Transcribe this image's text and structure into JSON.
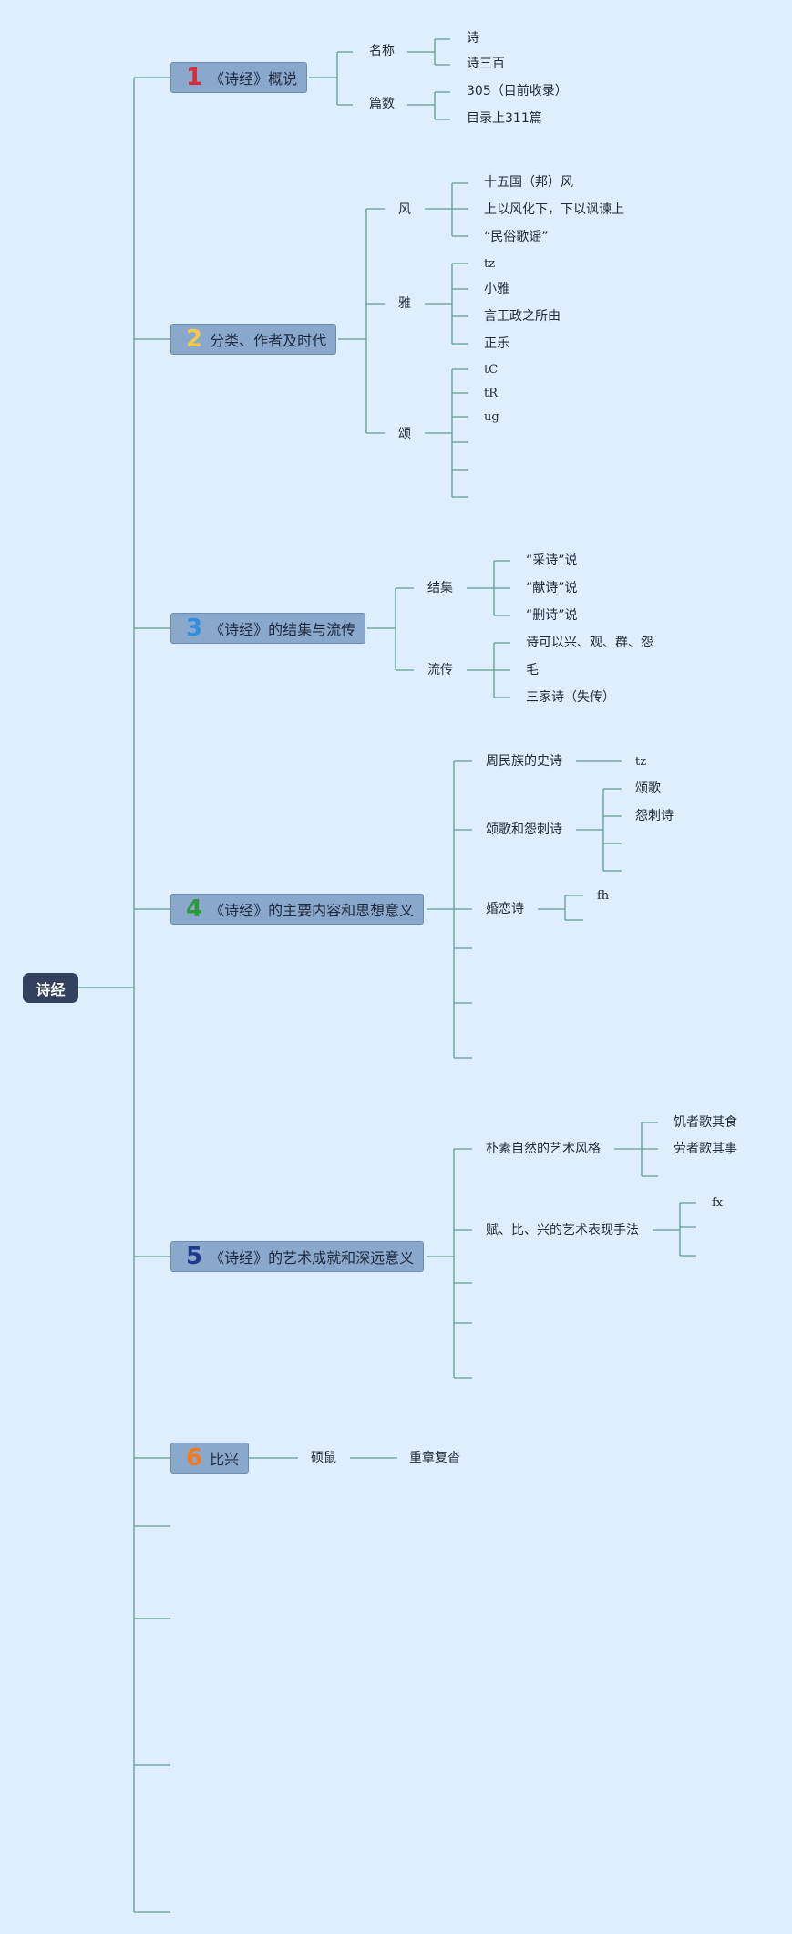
{
  "root": "诗经",
  "sections": [
    {
      "num": "1",
      "color": "#d62d3a",
      "title": "《诗经》概说"
    },
    {
      "num": "2",
      "color": "#f2c94c",
      "title": "分类、作者及时代"
    },
    {
      "num": "3",
      "color": "#2f8fe0",
      "title": "《诗经》的结集与流传"
    },
    {
      "num": "4",
      "color": "#2a9a3a",
      "title": "《诗经》的主要内容和思想意义"
    },
    {
      "num": "5",
      "color": "#1e3a8a",
      "title": "《诗经》的艺术成就和深远意义"
    },
    {
      "num": "6",
      "color": "#f07c1f",
      "title": "比兴"
    }
  ],
  "nodes": {
    "mingcheng": "名称",
    "shi": "诗",
    "shisanbai": "诗三百",
    "pianshu": "篇数",
    "n305": "305（目前收录）",
    "n311": "目录上311篇",
    "feng": "风",
    "feng1": "十五国（邦）风",
    "feng2": "上以风化下，下以讽谏上",
    "feng3": "“民俗歌谣”",
    "ya": "雅",
    "ya1": "tz",
    "ya2": "小雅",
    "ya3": "言王政之所由",
    "ya4": "正乐",
    "song": "颂",
    "song1": "tC",
    "song2": "tR",
    "song3": "ug",
    "jieji": "结集",
    "jj1": "“采诗”说",
    "jj2": "“献诗”说",
    "jj3": "“删诗”说",
    "liuchuan": "流传",
    "lc1": "诗可以兴、观、群、怨",
    "lc2": "毛",
    "lc3": "三家诗（失传）",
    "zhou": "周民族的史诗",
    "zhou1": "tz",
    "songge": "颂歌和怨刺诗",
    "sg1": "颂歌",
    "sg2": "怨刺诗",
    "hunlian": "婚恋诗",
    "hl1": "fh",
    "pusu": "朴素自然的艺术风格",
    "ps1": "饥者歌其食",
    "ps2": "劳者歌其事",
    "fubi": "赋、比、兴的艺术表现手法",
    "fb1": "fx",
    "shuoshu": "硕鼠",
    "chongzhang": "重章复沓"
  }
}
